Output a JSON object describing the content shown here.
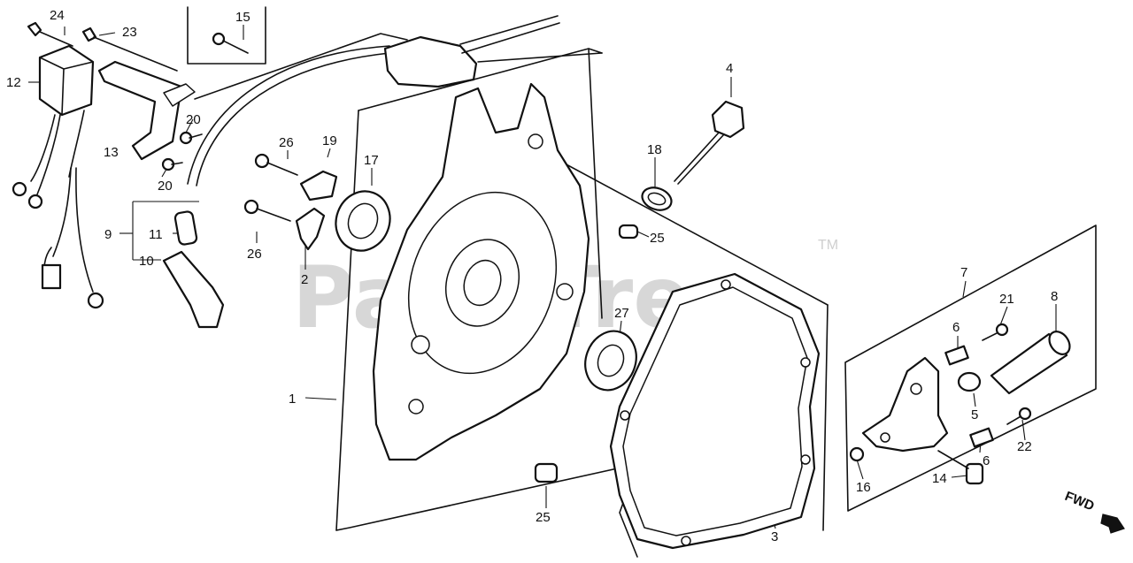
{
  "watermark": {
    "text": "PartsTree",
    "trademark": "TM"
  },
  "direction_label": "FWD",
  "callouts": [
    {
      "id": "c1",
      "label": "1"
    },
    {
      "id": "c2",
      "label": "2"
    },
    {
      "id": "c3",
      "label": "3"
    },
    {
      "id": "c4",
      "label": "4"
    },
    {
      "id": "c5",
      "label": "5"
    },
    {
      "id": "c6a",
      "label": "6"
    },
    {
      "id": "c6b",
      "label": "6"
    },
    {
      "id": "c7",
      "label": "7"
    },
    {
      "id": "c8",
      "label": "8"
    },
    {
      "id": "c9",
      "label": "9"
    },
    {
      "id": "c10",
      "label": "10"
    },
    {
      "id": "c11",
      "label": "11"
    },
    {
      "id": "c12",
      "label": "12"
    },
    {
      "id": "c13",
      "label": "13"
    },
    {
      "id": "c14",
      "label": "14"
    },
    {
      "id": "c15",
      "label": "15"
    },
    {
      "id": "c16",
      "label": "16"
    },
    {
      "id": "c17",
      "label": "17"
    },
    {
      "id": "c18",
      "label": "18"
    },
    {
      "id": "c19",
      "label": "19"
    },
    {
      "id": "c20a",
      "label": "20"
    },
    {
      "id": "c20b",
      "label": "20"
    },
    {
      "id": "c21",
      "label": "21"
    },
    {
      "id": "c22",
      "label": "22"
    },
    {
      "id": "c23",
      "label": "23"
    },
    {
      "id": "c24",
      "label": "24"
    },
    {
      "id": "c25a",
      "label": "25"
    },
    {
      "id": "c25b",
      "label": "25"
    },
    {
      "id": "c26a",
      "label": "26"
    },
    {
      "id": "c26b",
      "label": "26"
    },
    {
      "id": "c27",
      "label": "27"
    }
  ]
}
